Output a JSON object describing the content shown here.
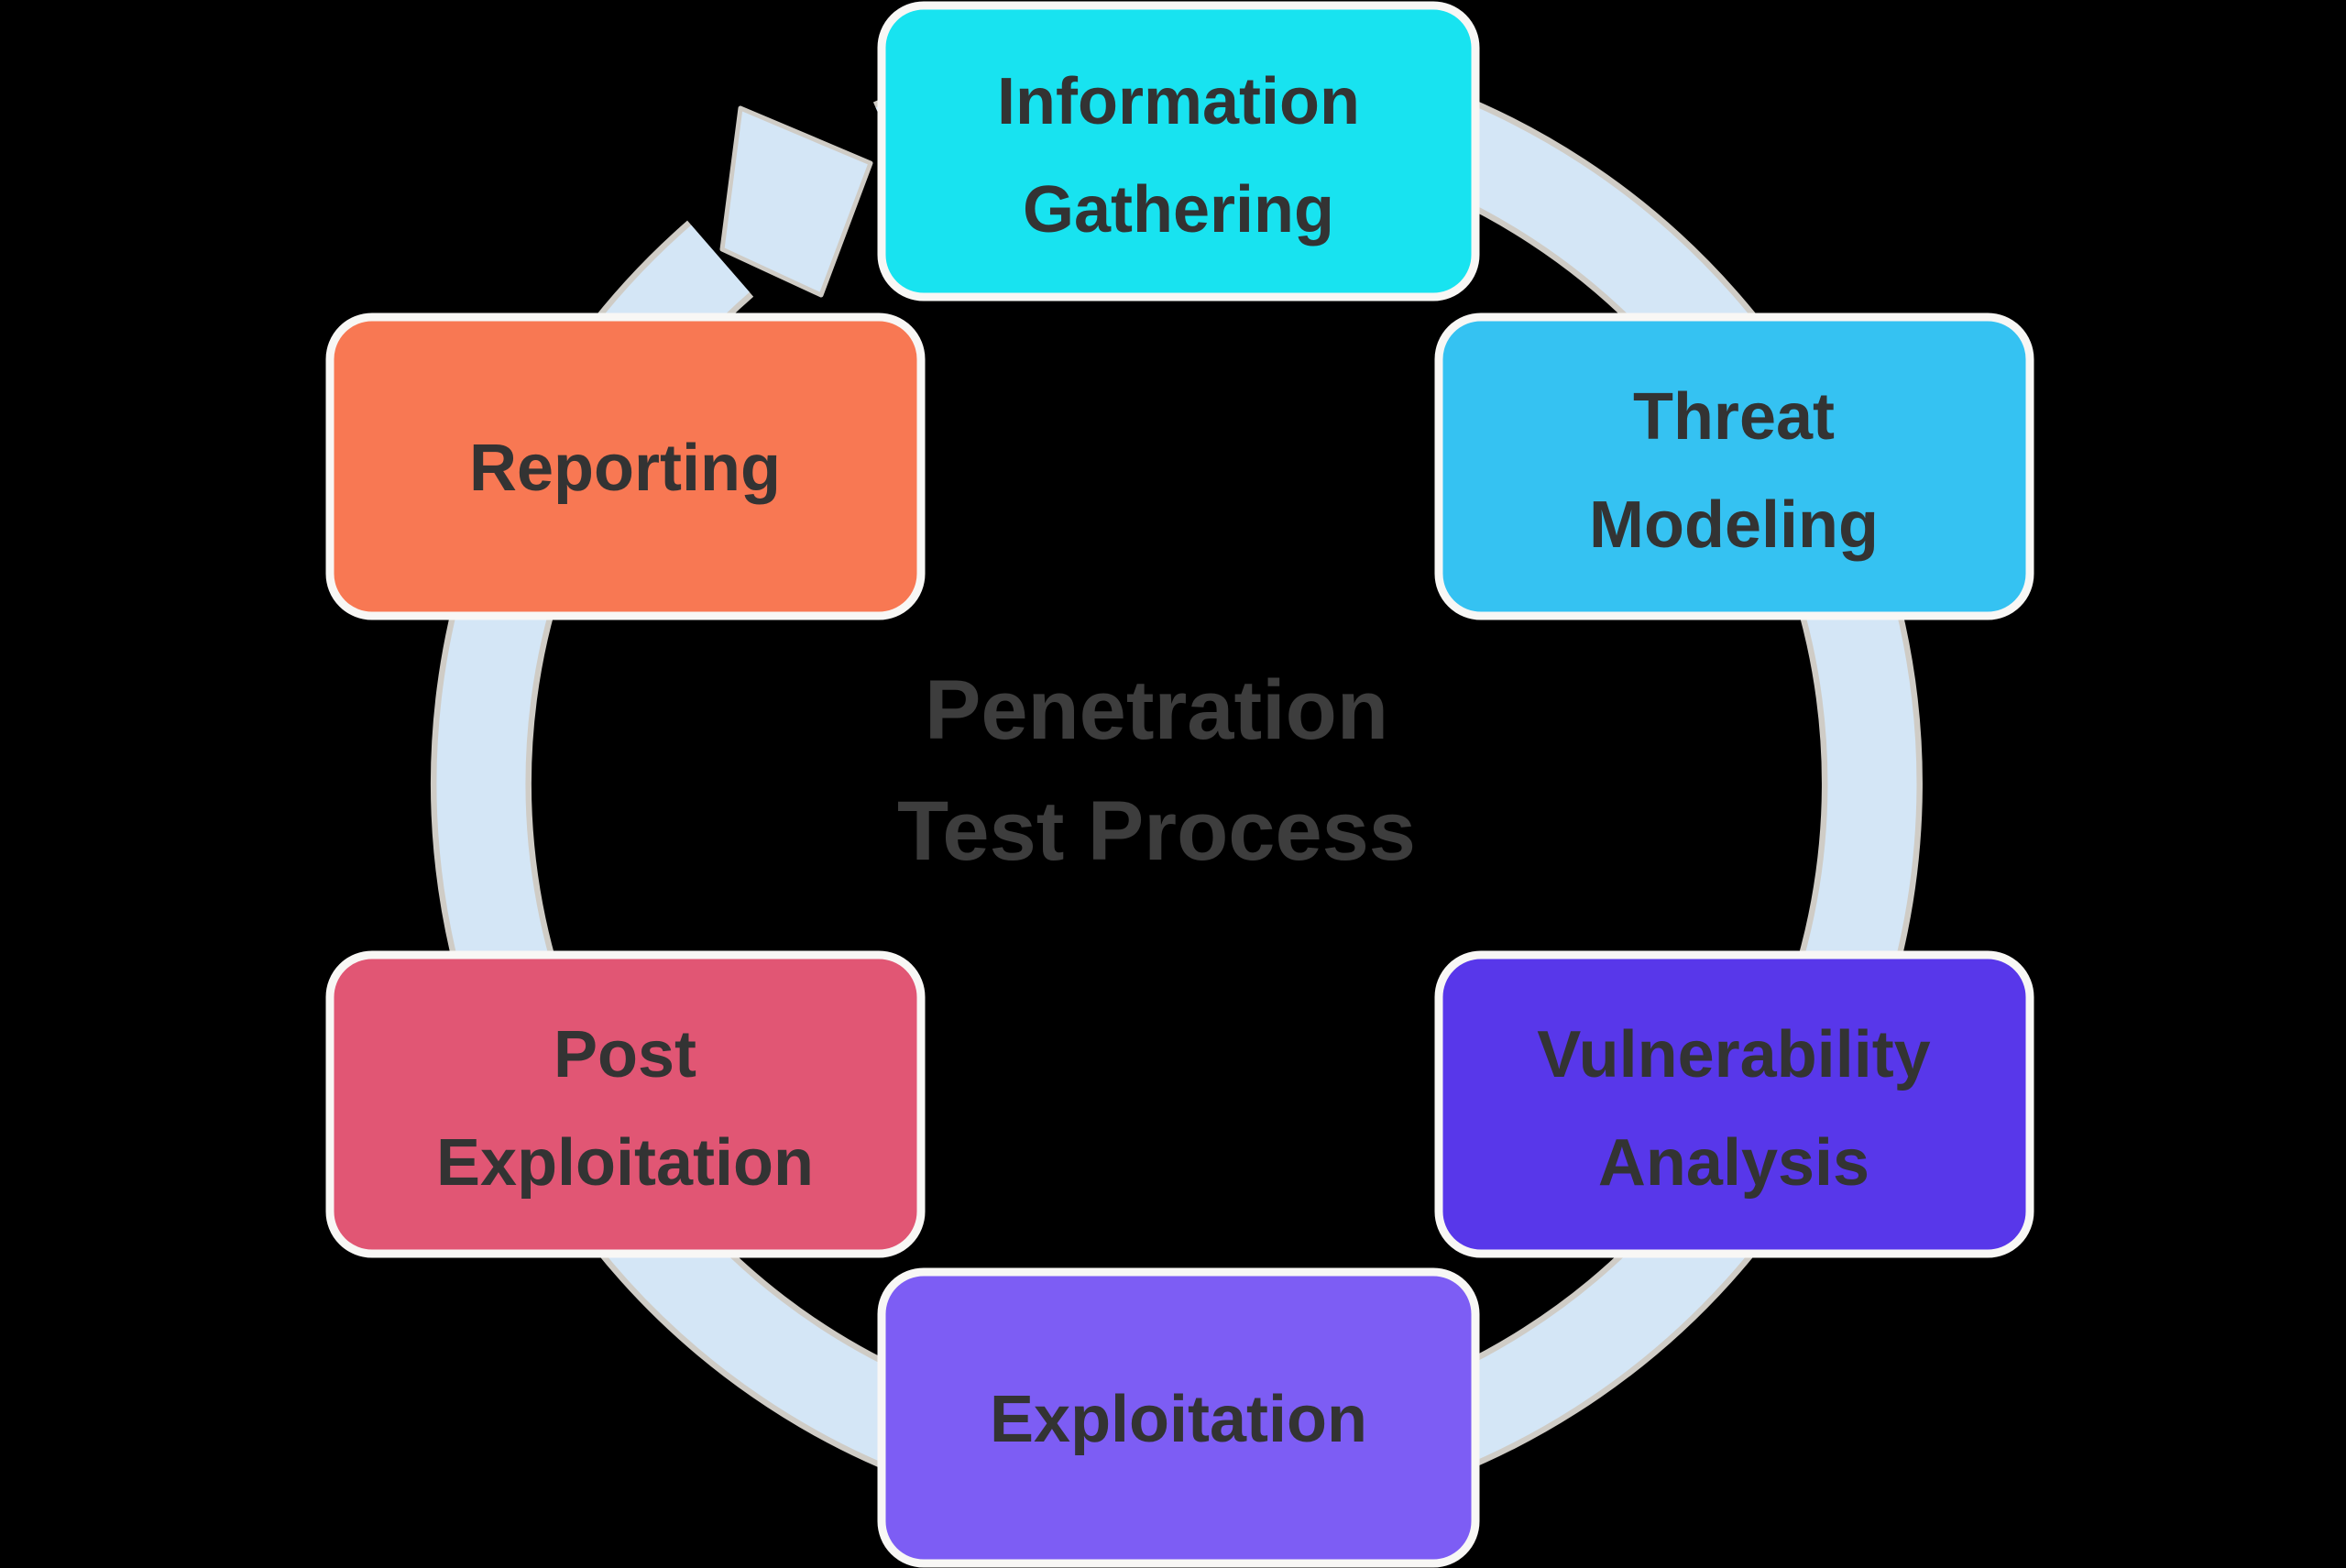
{
  "diagram": {
    "title": {
      "line1": "Penetration",
      "line2": "Test Process",
      "color": "#3d3d3d"
    },
    "arrow": {
      "label": "cycle-arrow-clockwise",
      "color": "#d4e6f6",
      "edge_color": "#cfccc6"
    },
    "background": "#000000",
    "box_outline_color": "#f8f7f5",
    "label_color": "#333333",
    "stages": [
      {
        "id": "information-gathering",
        "lines": [
          "Information",
          "Gathering"
        ],
        "color": "#18e3f0"
      },
      {
        "id": "threat-modeling",
        "lines": [
          "Threat",
          "Modeling"
        ],
        "color": "#35c2f2"
      },
      {
        "id": "vulnerability-analysis",
        "lines": [
          "Vulnerability",
          "Analysis"
        ],
        "color": "#5837ea"
      },
      {
        "id": "exploitation",
        "lines": [
          "Exploitation"
        ],
        "color": "#7d5df4"
      },
      {
        "id": "post-exploitation",
        "lines": [
          "Post",
          "Exploitation"
        ],
        "color": "#e15674"
      },
      {
        "id": "reporting",
        "lines": [
          "Reporting"
        ],
        "color": "#f87853"
      }
    ]
  }
}
